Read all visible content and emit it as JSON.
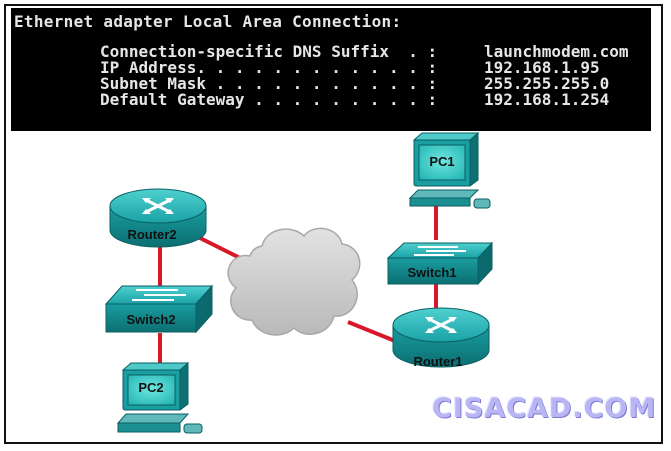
{
  "console": {
    "title": "Ethernet adapter Local Area Connection:",
    "rows": [
      {
        "key": "Connection-specific DNS Suffix  . :",
        "value": "launchmodem.com"
      },
      {
        "key": "IP Address. . . . . . . . . . . . :",
        "value": "192.168.1.95"
      },
      {
        "key": "Subnet Mask . . . . . . . . . . . :",
        "value": "255.255.255.0"
      },
      {
        "key": "Default Gateway . . . . . . . . . :",
        "value": "192.168.1.254"
      }
    ]
  },
  "devices": {
    "pc1": "PC1",
    "pc2": "PC2",
    "router1": "Router1",
    "router2": "Router2",
    "switch1": "Switch1",
    "switch2": "Switch2"
  },
  "watermark": "CISACAD.COM",
  "colors": {
    "link": "#d8182a",
    "device_teal": "#1ba8aa",
    "device_dark": "#0d7f82",
    "cloud": "#c9c9c9",
    "console_bg": "#000000",
    "console_text": "#e6e6e6"
  }
}
